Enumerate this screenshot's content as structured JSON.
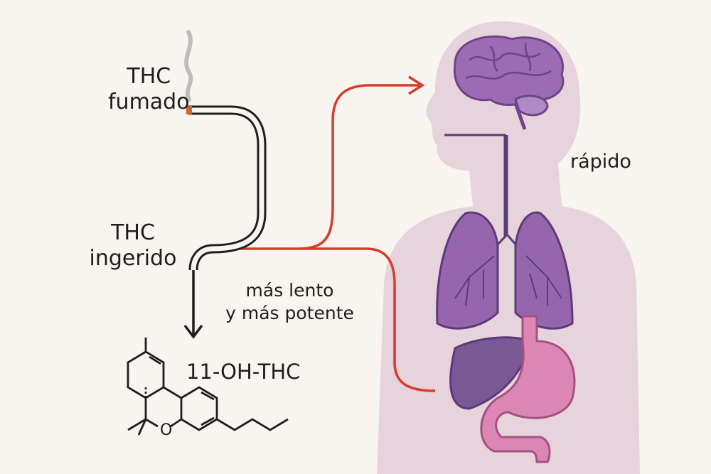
{
  "labels": {
    "smoked_line1": "THC",
    "smoked_line2": "fumado",
    "ingested_line1": "THC",
    "ingested_line2": "ingerido",
    "slow_line1": "más lento",
    "slow_line2": "y más potente",
    "metabolite": "11-OH-THC",
    "fast": "rápido",
    "oxygen_atom": "O"
  },
  "colors": {
    "background": "#f8f4f0",
    "body": "#e6d3dc",
    "brain": "#9b6cb3",
    "lungs": "#9566ad",
    "liver": "#7a5896",
    "stomach": "#dc86b6",
    "red_path": "#d93a2b",
    "black_path": "#1e1e1e"
  }
}
